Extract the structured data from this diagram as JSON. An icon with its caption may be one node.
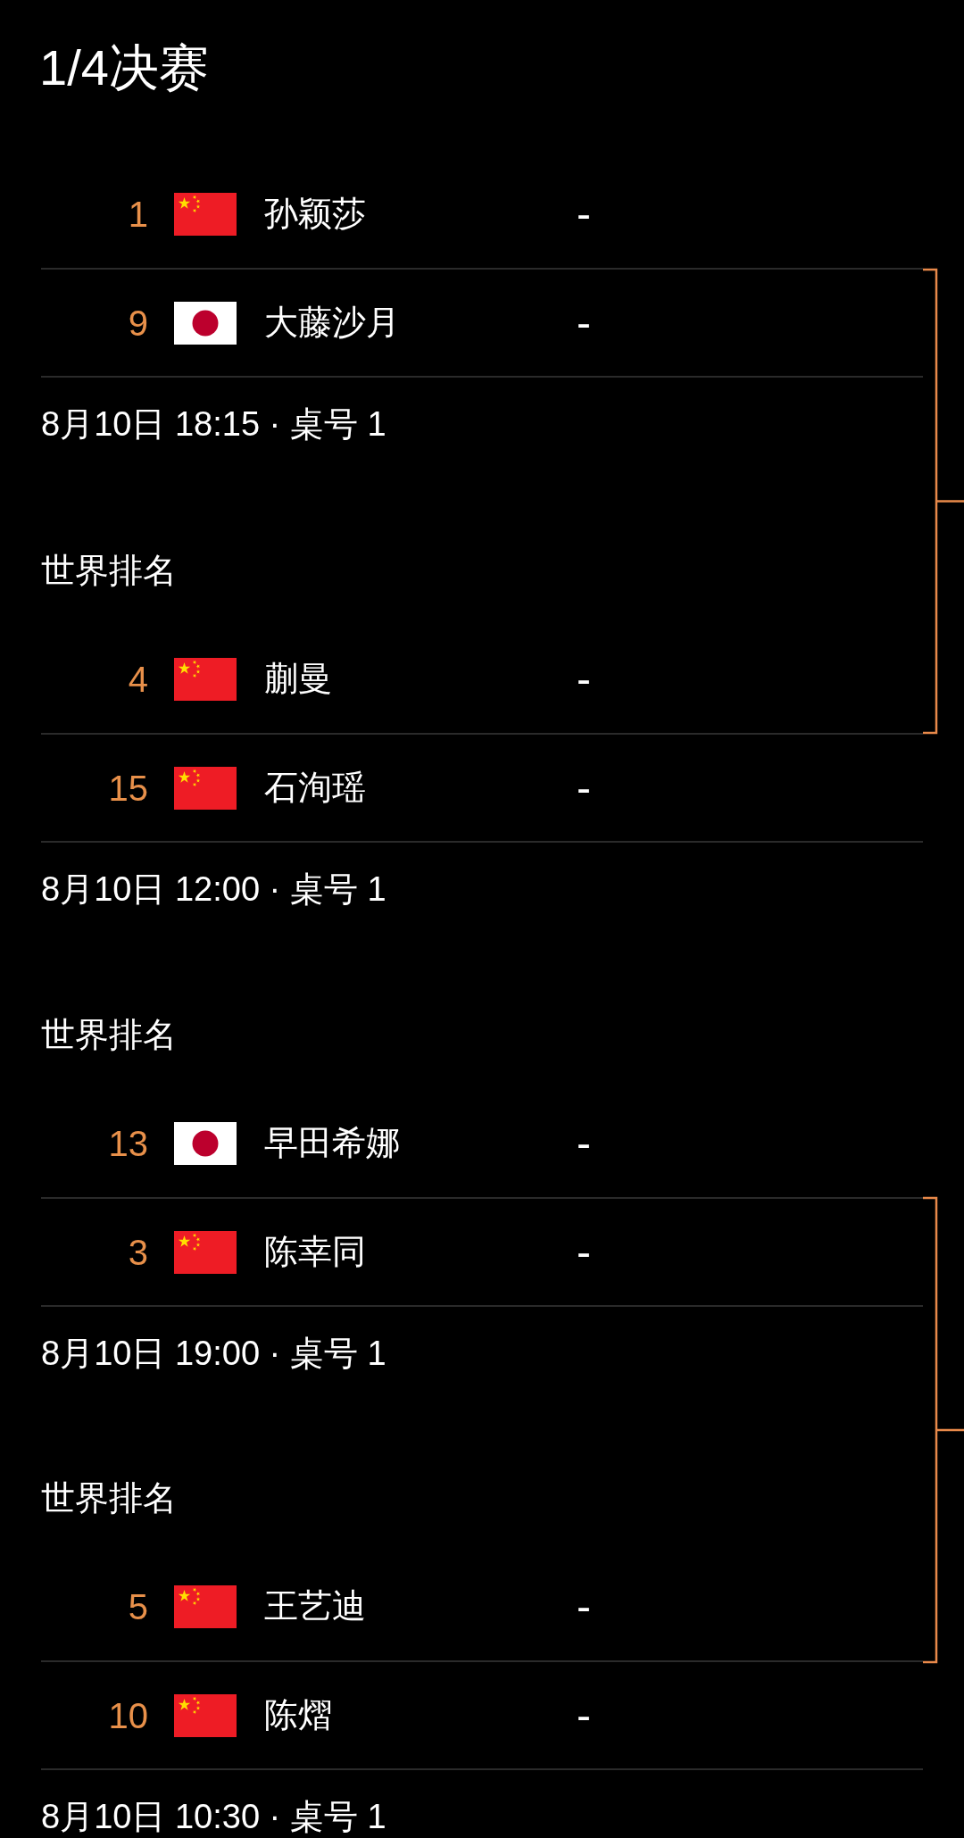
{
  "diagram": {
    "title": "1/4决赛",
    "labels": [
      "1",
      "孙颖莎",
      "-",
      "9",
      "大藤沙月",
      "-",
      "8月10日 18:15 · 桌号 1",
      "世界排名",
      "4",
      "蒯曼",
      "-",
      "15",
      "石洵瑶",
      "-",
      "8月10日 12:00 · 桌号 1",
      "世界排名",
      "13",
      "早田希娜",
      "-",
      "3",
      "陈幸同",
      "-",
      "8月10日 19:00 · 桌号 1",
      "世界排名",
      "5",
      "王艺迪",
      "-",
      "10",
      "陈熠",
      "-",
      "8月10日 10:30 · 桌号 1"
    ]
  }
}
